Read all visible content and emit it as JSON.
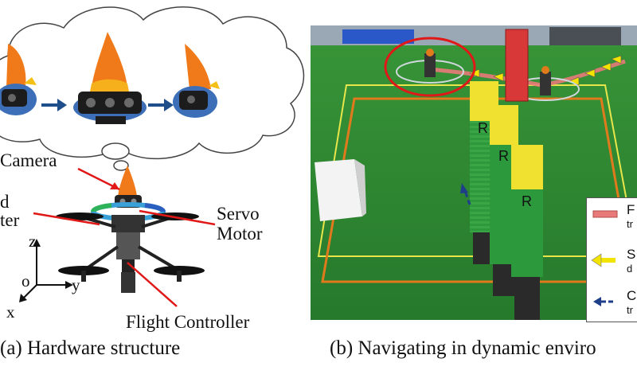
{
  "figure": {
    "panel_a": {
      "caption": "(a) Hardware structure",
      "labels": {
        "camera": "Camera",
        "left_top": "d",
        "left_bottom": "ter",
        "servo_line1": "Servo",
        "servo_line2": "Motor",
        "flight_controller": "Flight Controller"
      },
      "axes": {
        "z": "z",
        "o": "o",
        "y": "y",
        "x": "x"
      }
    },
    "panel_b": {
      "caption": "(b) Navigating in dynamic enviro",
      "column_letter": "R",
      "legend": [
        {
          "line1": "F",
          "line2": "tr",
          "color": "#e87a7a"
        },
        {
          "line1": "S",
          "line2": "d",
          "color": "#f2e400"
        },
        {
          "line1": "C",
          "line2": "tr",
          "color": "#1f3e8a"
        }
      ]
    },
    "colors": {
      "arrow": "#1f4f8a",
      "red_line": "#e01818",
      "camera_orange": "#f07a1a",
      "grass": "#2f8a32",
      "yellow_block": "#f0e030"
    }
  }
}
